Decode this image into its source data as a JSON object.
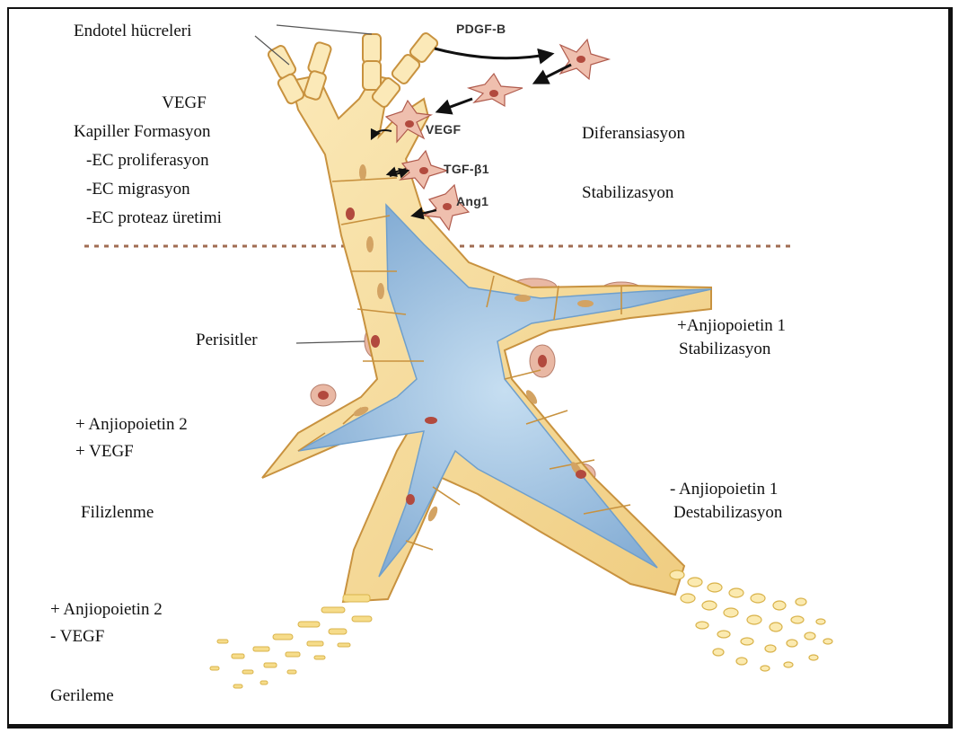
{
  "colors": {
    "vessel_wall": "#f6dd9e",
    "vessel_wall_dark": "#d9a851",
    "lumen": "#a9cbe6",
    "lumen_dark": "#6f9fcb",
    "pericyte": "#e9b8a4",
    "pericyte_nucleus": "#b24a3e",
    "divider": "#a06c52"
  },
  "labels": {
    "endothelial_cells": "Endotel hücreleri",
    "pericytes": "Perisitler",
    "top_left": {
      "title": "VEGF",
      "subtitle": "Kapiller Formasyon",
      "item1": "-EC proliferasyon",
      "item2": "-EC migrasyon",
      "item3": "-EC proteaz üretimi"
    },
    "top_right": {
      "line1": "Diferansiasyon",
      "line2": "Stabilizasyon"
    },
    "right_mid": {
      "line1": "+Anjiopoietin 1",
      "line2": "Stabilizasyon"
    },
    "right_low": {
      "line1": "- Anjiopoietin 1",
      "line2": "Destabilizasyon"
    },
    "left_mid": {
      "line1": "+ Anjiopoietin 2",
      "line2": "+ VEGF",
      "line3": "Filizlenme"
    },
    "left_low": {
      "line1": "+ Anjiopoietin 2",
      "line2": "-  VEGF",
      "line3": "Gerileme"
    }
  },
  "signals": {
    "pdgf": "PDGF-B",
    "vegf": "VEGF",
    "tgf": "TGF-β1",
    "ang1": "Ang1"
  }
}
